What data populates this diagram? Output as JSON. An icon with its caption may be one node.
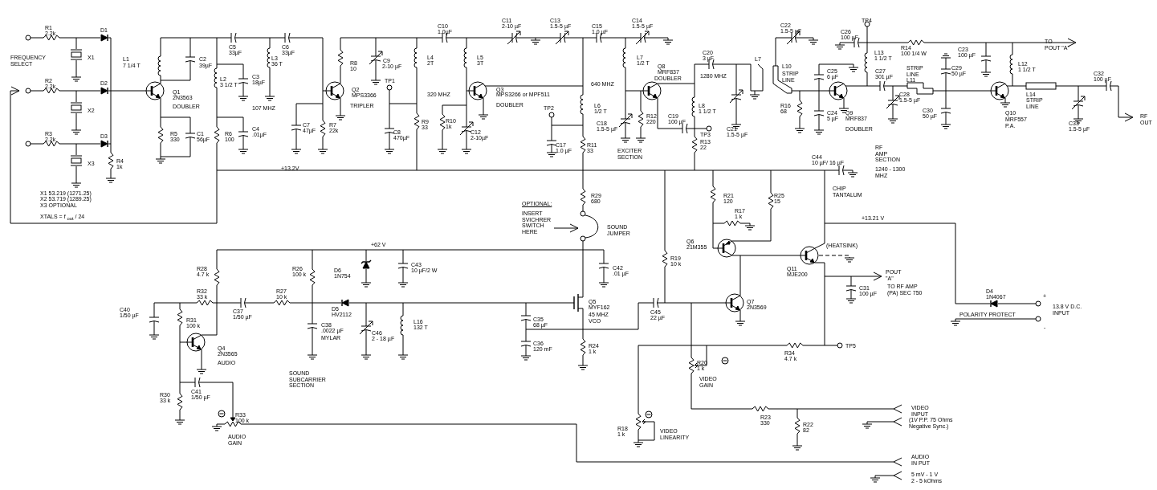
{
  "diagram": {
    "labels": [
      "R1",
      "2.2k",
      "D1",
      "FREQUENCY SELECT",
      "X1",
      "R2",
      "2.2k",
      "D2",
      "X2",
      "R3",
      "2.2k",
      "D3",
      "X3",
      "R4",
      "1k",
      "X1 53.219 (1271.25)",
      "X2 53.719 (1289.25)",
      "X3 OPTIONAL",
      "XTALS = f $_{out}$ / 24",
      "L1",
      "7 1/4 T",
      "C2",
      "39µF",
      "L3",
      "36 T",
      "C5",
      "33µF",
      "C6",
      "33µF",
      "L2",
      "3 1/2 T",
      "C3",
      "18µF",
      "Q1",
      "2N3563",
      "DOUBLER",
      "107 MHZ",
      "R5",
      "330",
      "C1",
      "56µF",
      "R6",
      "100",
      "C4",
      ".01µF",
      "C7",
      "47µF",
      "R7",
      "22k",
      "+13.2V",
      "R8",
      "10",
      "Q2",
      "MPS3366",
      "TRIPLER",
      "C9",
      "2-10 µF",
      "C10",
      "1.0µF",
      "C11",
      "2-10 µF",
      "C13",
      "1.5-5 µF",
      "C15",
      "1.0 µF",
      "C14",
      "1.5-5 µF",
      "L4",
      "2T",
      "L5",
      "3T",
      "TP1",
      "320 MHZ",
      "Q3",
      "MPS3266 or MPF511",
      "DOUBLER",
      "640 MHZ",
      "L7",
      "1/2 T",
      "Q8",
      "MRF837",
      "DOUBLER",
      "C20",
      "3 µF",
      "L7",
      "1280 MHZ",
      "L6",
      "1/2 T",
      "TP2",
      "R9",
      "33",
      "R10",
      "1k",
      "C8",
      "470µF",
      "C12",
      "2-10µF",
      "C18",
      "1.5-5 µF",
      "R12",
      "220",
      "C19",
      "100 µF",
      "L8",
      "1 1/2 T",
      "TP3",
      "R13",
      "22",
      "C21",
      "1.5-5 µF",
      "C17",
      "1.0 µF",
      "R11",
      "33",
      "EXCITER SECTION",
      "C22",
      "1.5-5 µF",
      "TP4",
      "C26",
      "100 µF",
      "R14",
      "100 1/4 W",
      "TO POUT \"A\"",
      "C23",
      "100 µF",
      "L10",
      "STRIP LINE",
      "C25",
      "6 µF",
      "L13",
      "1 1/2 T",
      "C27",
      "301 µF",
      "STRIP LINE",
      "L11",
      "C29",
      "50 µF",
      "L12",
      "1 1/2 T",
      "C32",
      "100 µF",
      "C28",
      "1.5-5 µF",
      "R16",
      "68",
      "C24",
      "5 µF",
      "Q9",
      "MRF837",
      "DOUBLER",
      "C30",
      "50 µF",
      "Q10",
      "MRF557",
      "P.A.",
      "L14",
      "STRIP LINE",
      "C33",
      "1.5-5 µF",
      "RF OUT",
      "C44",
      "10 µF/ 16 µF",
      "RF AMP SECTION",
      "1240 - 1300 MHZ",
      "CHIP TANTALUM",
      "R25",
      "15",
      "+13.21 V",
      "R29",
      "680",
      "OPTIONAL:",
      "INSERT SVICHRER SWITCH HERE",
      "SOUND JUMPER",
      "R21",
      "120",
      "R17",
      "1 k",
      "Q6",
      "21M355",
      "(HEATSINK)",
      "R19",
      "10 k",
      "Q11",
      "MJE200",
      "POUT \"A\"",
      "TO RF AMP (PA) SEC 750",
      "C31",
      "100 µF",
      "D4",
      "1N4067",
      "+",
      "13.8 V D.C. INPUT",
      "POLARITY PROTECT",
      "-",
      "+62 V",
      "R28",
      "4.7 k",
      "R26",
      "100 k",
      "D6",
      "1N754",
      "C43",
      "10 µF/2 W",
      "C42",
      ".01 µF",
      "R32",
      "33 k",
      "R27",
      "10 k",
      "C40",
      "1/50 µF",
      "D5",
      "HV2112",
      "C37",
      "1/50 µF",
      "Q5",
      "MYF162",
      "45 MHZ VCO",
      "Q7",
      "2N3569",
      "C45",
      "22 µF",
      "R31",
      "100 k",
      "L16",
      "132 T",
      "C35",
      "68 µF",
      "C38",
      ".0022 µF",
      "MYLAR",
      "C46",
      "2 - 18 µF",
      "C36",
      "120 mF",
      "R24",
      "1 k",
      "TP5",
      "Q4",
      "2N3565",
      "AUDIO",
      "R34",
      "4.7 k",
      "R20",
      "1 k",
      "SOUND SUBCARRIER SECTION",
      "VIDEO GAIN",
      "C41",
      "1/50 µF",
      "R30",
      "33 k",
      "VIDEO INPUT",
      "R23",
      "330",
      "(1V P.P. 75 Ohms Negative Sync.)",
      "R22",
      "82",
      "R33",
      "100 k",
      "R18",
      "1 k",
      "VIDEO LINEARITY",
      "AUDIO GAIN",
      "AUDIO IN PUT",
      "5 mV - 1 V 2 - 5 kOhms"
    ]
  }
}
